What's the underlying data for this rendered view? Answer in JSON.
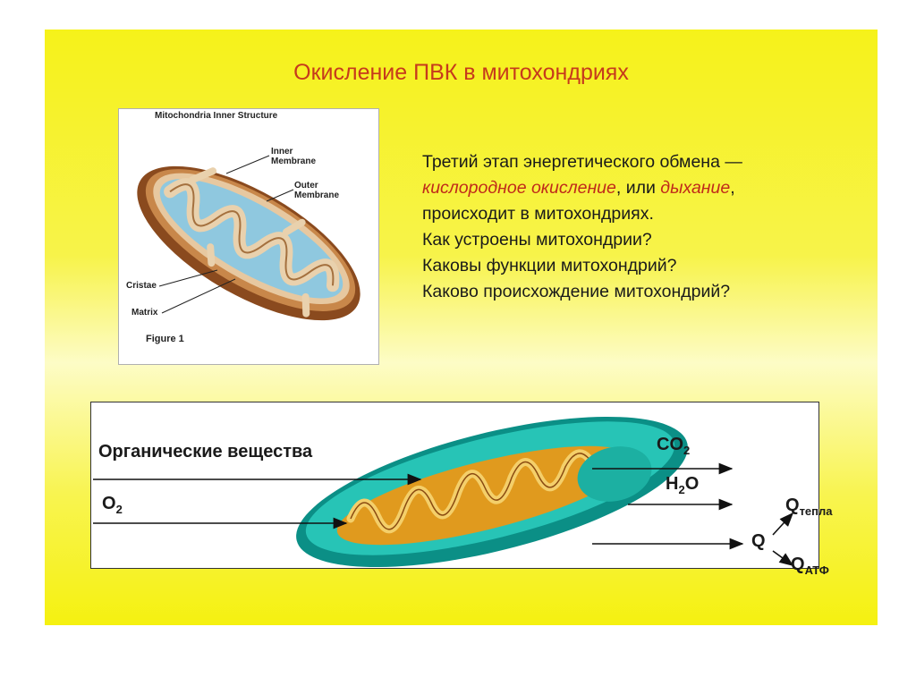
{
  "slide": {
    "title": "Окисление ПВК в митохондриях",
    "body": {
      "line1": "Третий этап энергетического обмена —",
      "line2_highlight1": "кислородное окисление",
      "line2_sep": ", или ",
      "line2_highlight2": "дыхание",
      "line2_end": ",",
      "line3": "происходит в митохондриях.",
      "line4": "Как устроены митохондрии?",
      "line5": "Каковы функции митохондрий?",
      "line6": "Каково происхождение митохондрий?"
    },
    "highlight_color": "#c02a1a",
    "title_color": "#c63a1c"
  },
  "figure": {
    "title": "Mitochondria Inner Structure",
    "inner_line1": "Inner",
    "inner_line2": "Membrane",
    "outer_line1": "Outer",
    "outer_line2": "Membrane",
    "cristae": "Cristae",
    "matrix": "Matrix",
    "caption": "Figure 1"
  },
  "scheme": {
    "organic": "Органические вещества",
    "o2_main": "O",
    "o2_sub": "2",
    "co2_main": "CO",
    "co2_sub": "2",
    "h2o_h": "H",
    "h2o_sub": "2",
    "h2o_o": "O",
    "q": "Q",
    "q_heat_main": "Q",
    "q_heat_sub": "тепла",
    "q_atp_main": "Q",
    "q_atp_sub": "АТФ"
  }
}
